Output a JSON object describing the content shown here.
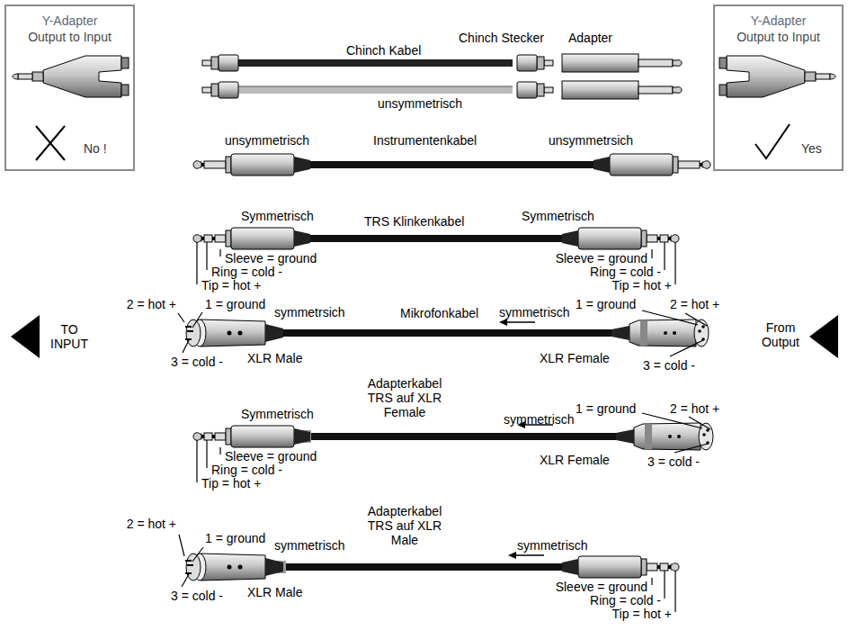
{
  "diagram": {
    "nodes": [
      {
        "text": [
          "Y-Adapter",
          "Output to Input",
          "No !"
        ]
      },
      {
        "text": [
          "Y-Adapter",
          "Output to Input",
          "Yes"
        ]
      }
    ],
    "labels": [
      "Chinch Kabel",
      "Chinch Stecker",
      "Adapter",
      "unsymmetrisch",
      "unsymmetrisch",
      "Instrumentenkabel",
      "unsymmetrsich",
      "Symmetrisch",
      "TRS Klinkenkabel",
      "Symmetrisch",
      "Sleeve = ground",
      "Ring = cold -",
      "Tip = hot +",
      "Sleeve = ground",
      "Ring = cold -",
      "Tip = hot +",
      "2 = hot +",
      "1 = ground",
      "symmetrsich",
      "Mikrofonkabel",
      "symmetrisch",
      "1 = ground",
      "2 = hot +",
      "TO INPUT",
      "From Output",
      "3 = cold -",
      "XLR Male",
      "XLR Female",
      "3 = cold -",
      "Adapterkabel TRS auf XLR Female",
      "Symmetrisch",
      "symmetrisch",
      "1 = ground",
      "2 = hot +",
      "Sleeve = ground",
      "Ring = cold -",
      "Tip = hot +",
      "XLR Female",
      "3 = cold -",
      "2 = hot +",
      "1 = ground",
      "symmetrisch",
      "Adapterkabel TRS auf XLR Male",
      "symmetrisch",
      "XLR Male",
      "3 = cold -",
      "Sleeve = ground",
      "Ring = cold -",
      "Tip = hot +"
    ]
  }
}
